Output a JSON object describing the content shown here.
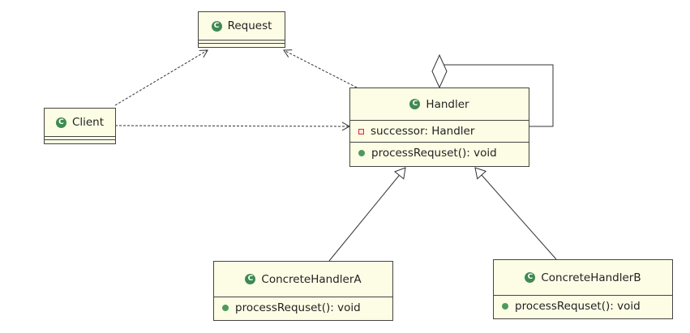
{
  "classes": {
    "request": {
      "name": "Request"
    },
    "client": {
      "name": "Client"
    },
    "handler": {
      "name": "Handler",
      "attribute": "successor: Handler",
      "operation": "processRequset(): void"
    },
    "concrete_a": {
      "name": "ConcreteHandlerA",
      "operation": "processRequset(): void"
    },
    "concrete_b": {
      "name": "ConcreteHandlerB",
      "operation": "processRequset(): void"
    }
  },
  "icons": {
    "class": "class-icon",
    "private": "private-field-icon",
    "public": "public-method-icon"
  },
  "colors": {
    "class_fill": "#fdfde6",
    "class_icon": "#3f8a52"
  }
}
